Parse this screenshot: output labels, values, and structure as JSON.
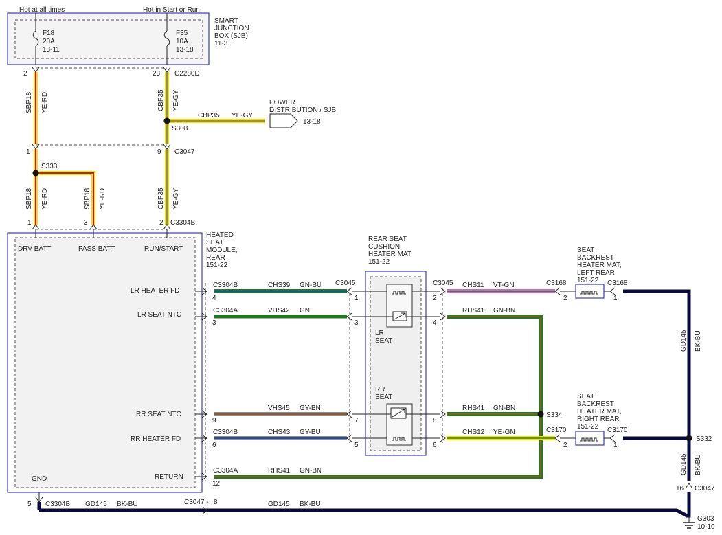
{
  "top_labels": {
    "hot_at_all_times": "Hot at all times",
    "hot_in_start_or_run": "Hot in Start or Run"
  },
  "sjb": {
    "title_lines": [
      "SMART",
      "JUNCTION",
      "BOX (SJB)",
      "11-3"
    ],
    "fuse_f18": [
      "F18",
      "20A",
      "13-11"
    ],
    "fuse_f35": [
      "F35",
      "10A",
      "13-18"
    ]
  },
  "pins": {
    "p2_top": "2",
    "p23_top": "23",
    "c2280d": "C2280D",
    "p1_c3047": "1",
    "p9_c3047": "9",
    "c3047": "C3047",
    "s308": "S308",
    "s333": "S333",
    "p1_c3304b": "1",
    "p3_c3304b": "3",
    "p2_c3304b": "2",
    "c3304b_top": "C3304B"
  },
  "wire_labels": {
    "sbp18_top": "SBP18",
    "yerd_top": "YE-RD",
    "cbp35_top": "CBP35",
    "yegy_top": "YE-GY",
    "cbp35_branch": "CBP35",
    "yegy_branch": "YE-GY",
    "sbp18_mid1": "SBP18",
    "yerd_mid1": "YE-RD",
    "sbp18_mid2": "SBP18",
    "yerd_mid2": "YE-RD",
    "cbp35_mid": "CBP35",
    "yegy_mid": "YE-GY"
  },
  "power_dist": {
    "lines": [
      "POWER",
      "DISTRIBUTION / SJB"
    ],
    "ref": "13-18"
  },
  "module": {
    "title_lines": [
      "HEATED",
      "SEAT",
      "MODULE,",
      "REAR",
      "151-22"
    ],
    "drv_batt": "DRV BATT",
    "pass_batt": "PASS BATT",
    "run_start": "RUN/START",
    "lr_heater_fd": "LR HEATER FD",
    "lr_seat_ntc": "LR SEAT NTC",
    "rr_seat_ntc": "RR SEAT NTC",
    "rr_heater_fd": "RR HEATER FD",
    "return": "RETURN",
    "gnd": "GND"
  },
  "rows": {
    "r1": {
      "conn": "C3304B",
      "pin": "4",
      "circuit": "CHS39",
      "color": "GN-BU",
      "conn2": "C3045",
      "pin2": "1"
    },
    "r2": {
      "conn": "C3304A",
      "pin": "3",
      "circuit": "VHS42",
      "color": "GN",
      "pin2": "3"
    },
    "r3": {
      "pin": "9",
      "circuit": "VHS45",
      "color": "GY-BN",
      "pin2": "7"
    },
    "r4": {
      "conn": "C3304B",
      "pin": "6",
      "circuit": "CHS43",
      "color": "GY-BU",
      "pin2": "5"
    },
    "r5": {
      "conn": "C3304A",
      "pin": "12",
      "circuit": "RHS41",
      "color": "GN-BN"
    }
  },
  "cushion_mat": {
    "title_lines": [
      "REAR SEAT",
      "CUSHION",
      "HEATER MAT",
      "151-22"
    ],
    "lr_seat": [
      "LR",
      "SEAT"
    ],
    "rr_seat": [
      "RR",
      "SEAT"
    ]
  },
  "right_rows": {
    "r1": {
      "conn": "C3045",
      "pin": "2",
      "circuit": "CHS11",
      "color": "VT-GN",
      "conn2": "C3168",
      "pin2": "2"
    },
    "r2": {
      "pin": "4",
      "circuit": "RHS41",
      "color": "GN-BN"
    },
    "r3": {
      "pin": "8",
      "circuit": "RHS41",
      "color": "GN-BN"
    },
    "r4": {
      "pin": "6",
      "circuit": "CHS12",
      "color": "YE-GN",
      "conn2": "C3170",
      "pin2": "2"
    }
  },
  "s334": "S334",
  "backrest_left": {
    "title_lines": [
      "SEAT",
      "BACKREST",
      "HEATER MAT,",
      "LEFT REAR",
      "151-22"
    ],
    "conn": "C3168",
    "pin": "1"
  },
  "backrest_right": {
    "title_lines": [
      "SEAT",
      "BACKREST",
      "HEATER MAT,",
      "RIGHT REAR",
      "151-22"
    ],
    "conn": "C3170",
    "pin": "1"
  },
  "ground_wires": {
    "gd145_upper": "GD145",
    "bkbu_upper": "BK-BU",
    "gd145_lower": "GD145",
    "bkbu_lower": "BK-BU",
    "s332": "S332",
    "p16": "16",
    "c3047_right": "C3047",
    "g303": "G303",
    "g303_ref": "10-10"
  },
  "bottom_row": {
    "pin5": "5",
    "conn": "C3304B",
    "circuit": "GD145",
    "color": "BK-BU",
    "c3047": "C3047 -",
    "pin8": "8",
    "circuit2": "GD145",
    "color2": "BK-BU"
  },
  "wire_colors": {
    "ye_rd_core": "#f2e400",
    "ye_rd_stripe": "#c8102e",
    "ye_gy_core": "#f2e400",
    "ye_gy_stripe": "#8a8a8a",
    "gn": "#1e7b1e",
    "gn_bu_stripe": "#1a4fb0",
    "gn_bn_stripe": "#8a5a2a",
    "gy": "#8d8d8d",
    "gy_bn_stripe": "#8a5a2a",
    "gy_bu_stripe": "#1a4fb0",
    "vt": "#cc66cc",
    "ye_gn_stripe": "#1e7b1e",
    "bk": "#0a0a3a",
    "box_border": "#3a3ac8"
  }
}
